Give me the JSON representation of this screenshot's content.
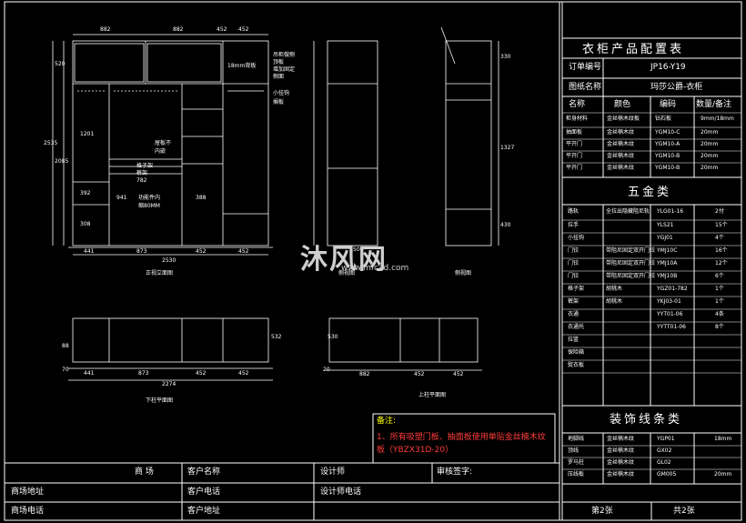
{
  "table": {
    "title": "衣柜产品配置表",
    "order_label": "订单编号",
    "order_value": "JP16-Y19",
    "drawing_label": "图纸名称",
    "drawing_value": "玛莎公爵-衣柜",
    "headers": [
      "名称",
      "颜色",
      "编码",
      "数量/备注"
    ],
    "rows": [
      [
        "柜身材料",
        "金丝楠木纹板",
        "钻石板",
        "9mm/18mm"
      ],
      [
        "抽面板",
        "金丝楠木纹",
        "YGM10-C",
        "20mm"
      ],
      [
        "平开门",
        "金丝楠木纹",
        "YGM10-A",
        "20mm"
      ],
      [
        "平开门",
        "金丝楠木纹",
        "YGM10-B",
        "20mm"
      ],
      [
        "平开门",
        "金丝楠木纹",
        "YGM10-B",
        "20mm"
      ]
    ],
    "hardware_title": "五金类",
    "hardware": [
      [
        "路轨",
        "全拉出隐藏阻尼轨",
        "YLG01-16",
        "2付"
      ],
      [
        "拉手",
        "",
        "YLS21",
        "15个"
      ],
      [
        "小挂钩",
        "",
        "YGJ01",
        "4个"
      ],
      [
        "门铰",
        "带阻尼固定双开门铰",
        "YMJ10C",
        "16个"
      ],
      [
        "门铰",
        "带阻尼固定双开门铰",
        "YMJ10A",
        "12个"
      ],
      [
        "门铰",
        "带阻尼固定双开门铰",
        "YMJ10B",
        "6个"
      ],
      [
        "格子架",
        "胡桃木",
        "YGZ01-782",
        "1个"
      ],
      [
        "裤架",
        "胡桃木",
        "YKJ03-01",
        "1个"
      ],
      [
        "衣通",
        "",
        "YYT01-06",
        "4条"
      ],
      [
        "衣通托",
        "",
        "YYTT01-06",
        "8个"
      ],
      [
        "拉篮",
        "",
        "",
        ""
      ],
      [
        "保险箱",
        "",
        "",
        ""
      ],
      [
        "熨衣板",
        "",
        "",
        ""
      ]
    ],
    "trim_title": "装饰线条类",
    "trims": [
      [
        "地脚线",
        "金丝楠木纹",
        "YGP01",
        "18mm"
      ],
      [
        "顶线",
        "金丝楠木纹",
        "GX02",
        ""
      ],
      [
        "罗马柱",
        "金丝楠木纹",
        "GL02",
        ""
      ],
      [
        "压线板",
        "金丝楠木纹",
        "GM005",
        "20mm"
      ]
    ],
    "sheet_no": "第2张",
    "sheet_total": "共2张"
  },
  "drawing": {
    "front_title": "正视立面图",
    "side_title": "侧视图",
    "inner_side_title": "侧视图",
    "plan_title": "下柱平面图",
    "top_title": "上柱平面图",
    "top_widths": [
      "882",
      "882",
      "452",
      "452"
    ],
    "bottom_widths": [
      "441",
      "873",
      "452",
      "452"
    ],
    "total_width": "2530",
    "plan_widths": [
      "441",
      "873",
      "452",
      "452"
    ],
    "plan_total": "2274",
    "top_plan_widths": [
      "882",
      "452",
      "452"
    ],
    "heights_left": [
      "520",
      "2085",
      "2535"
    ],
    "callouts": [
      "吊柜做侧",
      "顶板",
      "18mm背板",
      "增加固定",
      "侧面",
      "小挂钩",
      "搁板",
      "屉板不",
      "内嵌",
      "格子架",
      "裤架",
      "功能件内",
      "缩80MM"
    ],
    "dims_misc": [
      "1201",
      "392",
      "782",
      "941",
      "308",
      "388",
      "1327",
      "330",
      "430",
      "500",
      "530",
      "88",
      "70",
      "20",
      "532"
    ]
  },
  "note": {
    "title": "备注:",
    "body": "1、所有吸塑门板、抽面板使用单贴金丝楠木纹板（YBZX31D-20）"
  },
  "footer": {
    "store": "商 场",
    "store_addr": "商场地址",
    "store_phone": "商场电话",
    "client_name": "客户名称",
    "client_phone": "客户电话",
    "client_addr": "客户地址",
    "designer": "设计师",
    "designer_phone": "设计师电话",
    "review": "审核签字:"
  },
  "watermark": {
    "brand": "沐风网",
    "url": "www.mfcad.com"
  },
  "colors": {
    "background": "#000000",
    "lines": "#ffffff",
    "note_title": "#ffff00",
    "note_body": "#ff3b3b"
  }
}
